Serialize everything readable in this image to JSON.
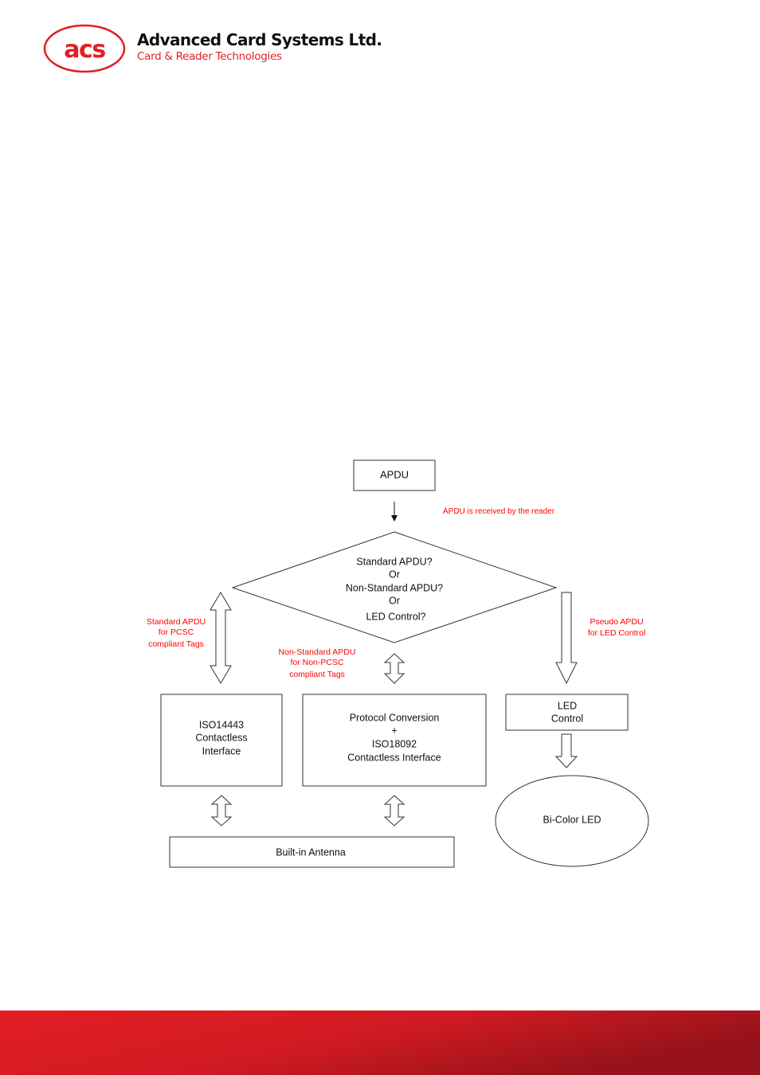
{
  "brand": {
    "logo_text": "acs",
    "name": "Advanced Card Systems Ltd.",
    "tagline": "Card & Reader Technologies",
    "color_red": "#e31e24",
    "color_dark_red": "#a0141a"
  },
  "diagram": {
    "nodes": {
      "apdu": "APDU",
      "decision": [
        "Standard APDU?",
        "Or",
        "Non-Standard APDU?",
        "Or",
        "LED Control?"
      ],
      "iso14443": [
        "ISO14443",
        "Contactless",
        "Interface"
      ],
      "protocol": [
        "Protocol Conversion",
        "+",
        "ISO18092",
        "Contactless Interface"
      ],
      "led_control": [
        "LED",
        "Control"
      ],
      "antenna": "Built-in Antenna",
      "bicolor_led": "Bi-Color LED"
    },
    "annotations": {
      "received": "APDU is received by the reader",
      "standard": [
        "Standard APDU",
        "for PCSC",
        "compliant Tags"
      ],
      "non_standard": [
        "Non-Standard APDU",
        "for Non-PCSC",
        "compliant Tags"
      ],
      "pseudo": [
        "Pseudo APDU",
        "for LED Control"
      ]
    },
    "colors": {
      "annotation": "#ff0000",
      "stroke": "#333333",
      "text": "#111111"
    }
  }
}
